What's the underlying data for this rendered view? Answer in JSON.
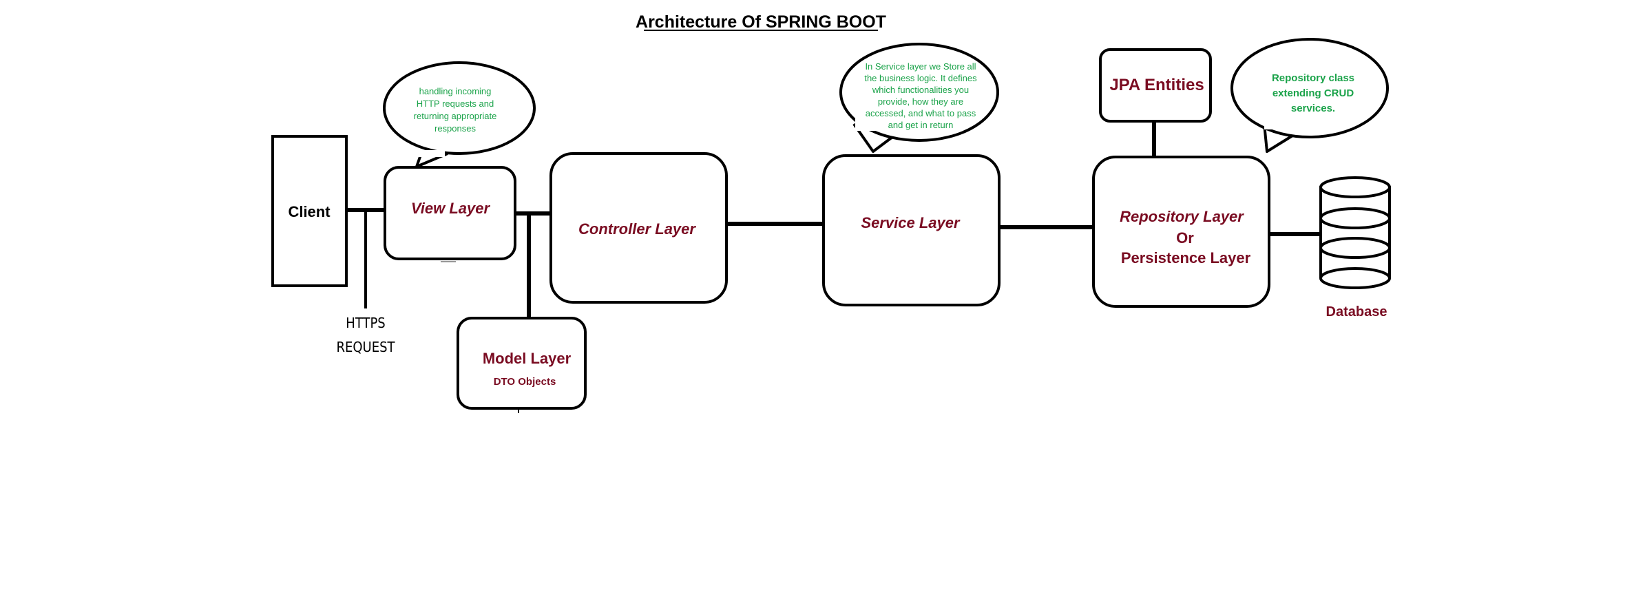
{
  "title": "Architecture Of SPRING BOOT",
  "client": {
    "label": "Client"
  },
  "request": {
    "line1": "HTTPS",
    "line2": "REQUEST"
  },
  "view_layer": {
    "label": "View Layer",
    "note": [
      "handling incoming",
      "HTTP requests and",
      "returning appropriate",
      "responses"
    ]
  },
  "model_layer": {
    "label": "Model Layer",
    "sublabel": "DTO Objects"
  },
  "controller_layer": {
    "label": "Controller Layer"
  },
  "service_layer": {
    "label": "Service Layer",
    "note": [
      "In Service layer we Store all",
      "the business logic. It defines",
      "which functionalities you",
      "provide, how they are",
      "accessed, and what to pass",
      "and get in return"
    ]
  },
  "repository_layer": {
    "line1": "Repository Layer",
    "line2": "Or",
    "line3": "Persistence Layer",
    "note": [
      "Repository class",
      "extending CRUD",
      "services."
    ]
  },
  "jpa_entities": {
    "label": "JPA Entities"
  },
  "database": {
    "label": "Database"
  },
  "colors": {
    "label_maroon": "#7a0c22",
    "note_green": "#1ba34a",
    "outline": "#000000"
  }
}
